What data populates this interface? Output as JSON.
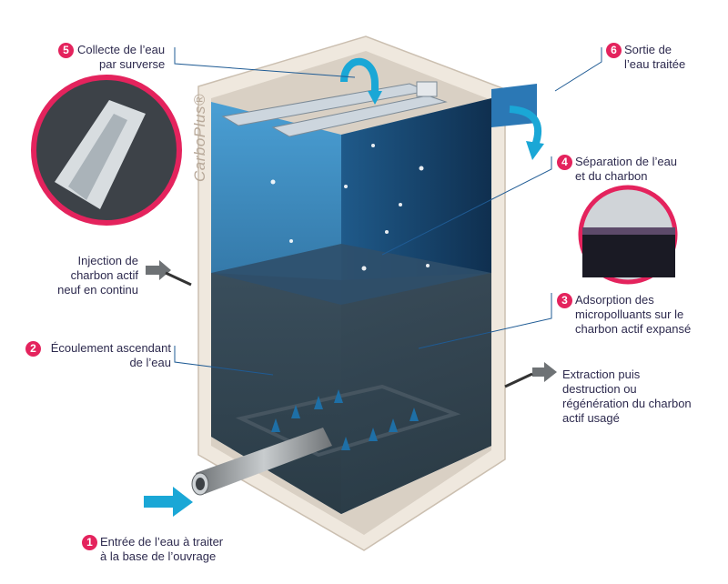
{
  "steps": [
    {
      "number": "1",
      "line1": "Entrée de l’eau à traiter",
      "line2": "à la base de l’ouvrage"
    },
    {
      "number": "2",
      "line1": "Écoulement ascendant",
      "line2": "de l’eau"
    },
    {
      "number": "3",
      "line1": "Adsorption des",
      "line2": "micropolluants sur le",
      "line3": "charbon actif expansé"
    },
    {
      "number": "4",
      "line1": "Séparation de l’eau",
      "line2": "et du charbon"
    },
    {
      "number": "5",
      "line1": "Collecte de l’eau",
      "line2": "par surverse"
    },
    {
      "number": "6",
      "line1": "Sortie de",
      "line2": "l’eau traitée"
    }
  ],
  "injection": {
    "line1": "Injection de",
    "line2": "charbon actif",
    "line3": "neuf en continu"
  },
  "extraction": {
    "line1": "Extraction puis",
    "line2": "destruction ou",
    "line3": "régénération du charbon",
    "line4": "actif usagé"
  },
  "brand": "CarboPlus®",
  "colors": {
    "accent": "#e4235d",
    "text": "#2d2a4e",
    "water": "#1d6fa8",
    "inflow_arrow": "#1aa7d6"
  }
}
